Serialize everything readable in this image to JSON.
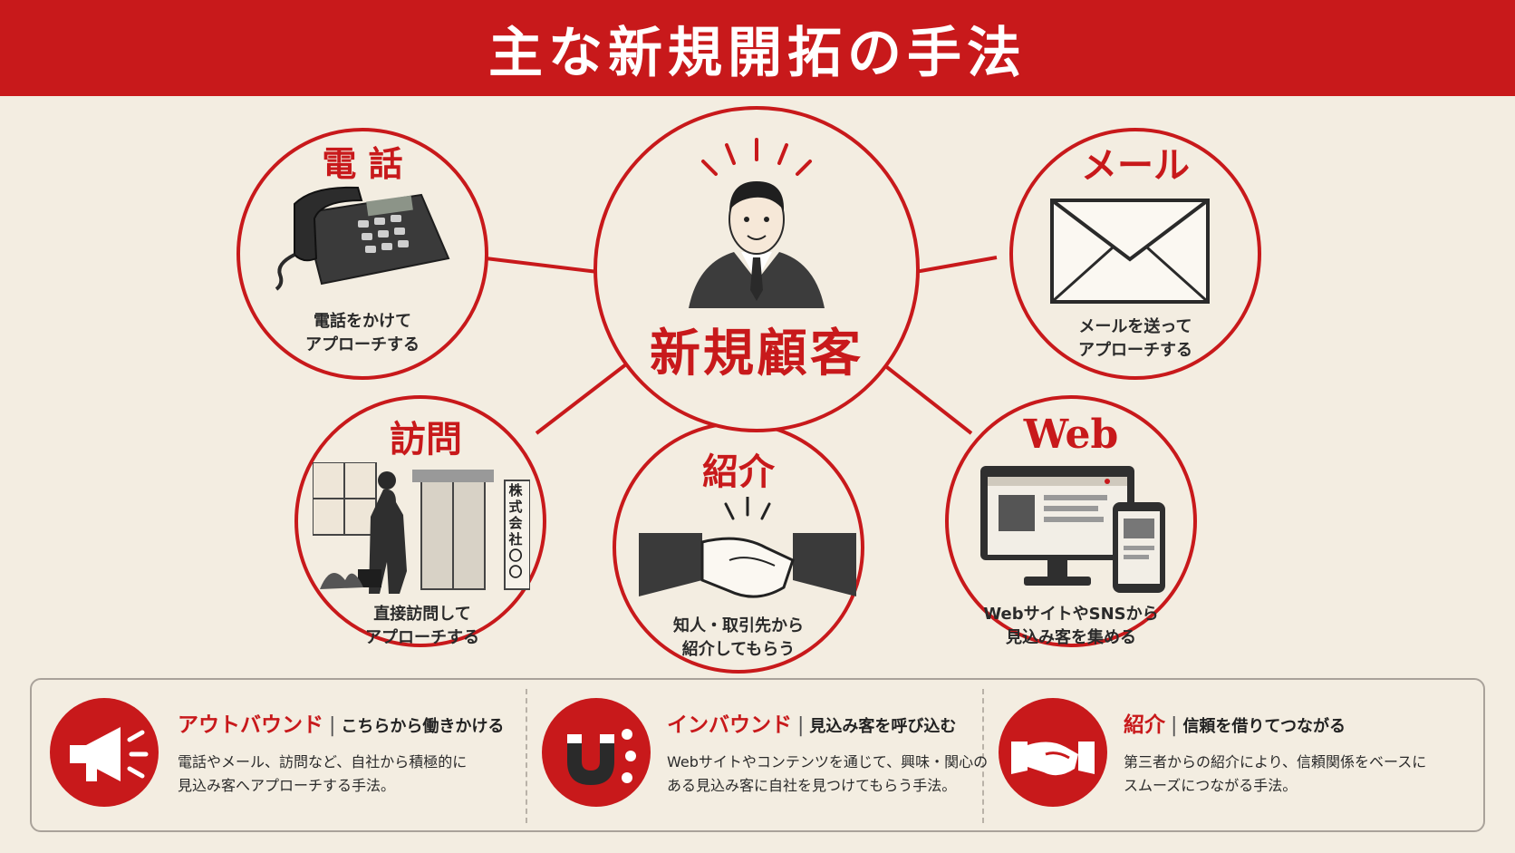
{
  "title": "主な新規開拓の手法",
  "center": {
    "label": "新規顧客"
  },
  "methods": {
    "phone": {
      "title": "電 話",
      "desc_line1": "電話をかけて",
      "desc_line2": "アプローチする"
    },
    "mail": {
      "title": "メール",
      "desc_line1": "メールを送って",
      "desc_line2": "アプローチする"
    },
    "visit": {
      "title": "訪問",
      "desc_line1": "直接訪問して",
      "desc_line2": "アプローチする",
      "sign": "株式会社〇〇"
    },
    "referral": {
      "title": "紹介",
      "desc_line1": "知人・取引先から",
      "desc_line2": "紹介してもらう"
    },
    "web": {
      "title": "Web",
      "desc_line1": "WebサイトやSNSから",
      "desc_line2": "見込み客を集める"
    }
  },
  "categories": [
    {
      "name": "アウトバウンド",
      "separator": "|",
      "tagline": "こちらから働きかける",
      "desc_line1": "電話やメール、訪問など、自社から積極的に",
      "desc_line2": "見込み客へアプローチする手法。",
      "icon": "megaphone-icon"
    },
    {
      "name": "インバウンド",
      "separator": "|",
      "tagline": "見込み客を呼び込む",
      "desc_line1": "Webサイトやコンテンツを通じて、興味・関心の",
      "desc_line2": "ある見込み客に自社を見つけてもらう手法。",
      "icon": "magnet-icon"
    },
    {
      "name": "紹介",
      "separator": "|",
      "tagline": "信頼を借りてつながる",
      "desc_line1": "第三者からの紹介により、信頼関係をベースに",
      "desc_line2": "スムーズにつながる手法。",
      "icon": "handshake-icon"
    }
  ],
  "colors": {
    "accent": "#c8191b",
    "background": "#f3ede1",
    "ink": "#2a2a2a"
  }
}
